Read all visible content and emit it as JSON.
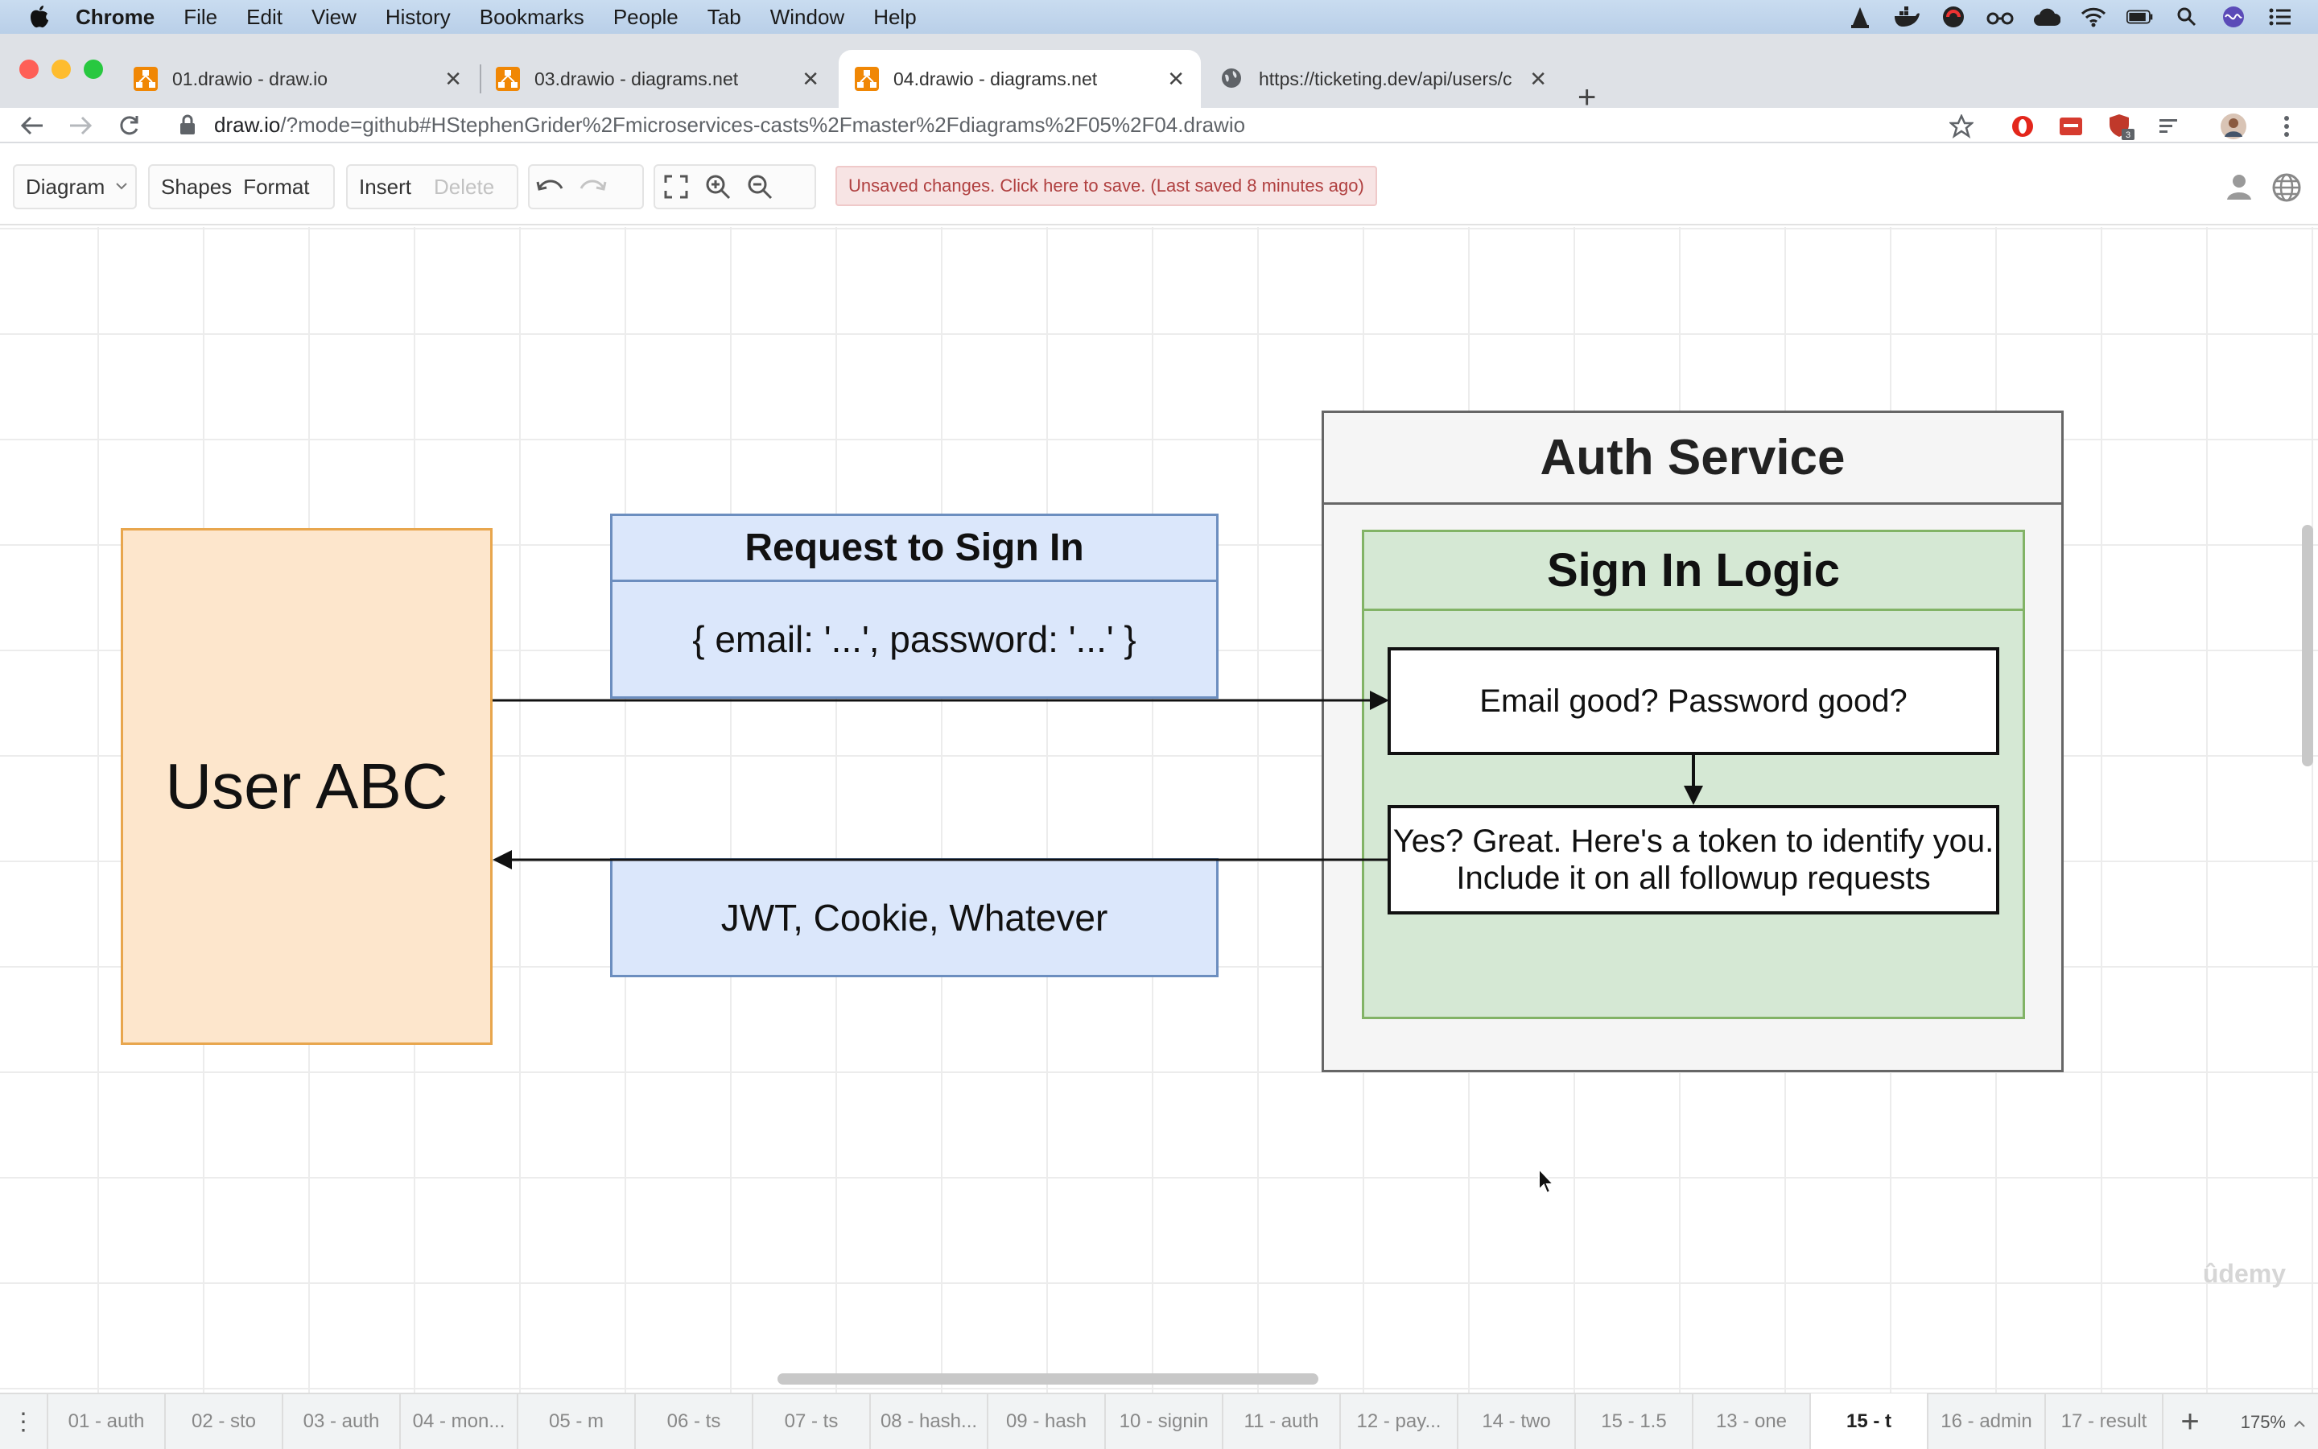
{
  "menubar": {
    "app": "Chrome",
    "items": [
      "File",
      "Edit",
      "View",
      "History",
      "Bookmarks",
      "People",
      "Tab",
      "Window",
      "Help"
    ],
    "status_icons": [
      "vlc-icon",
      "docker-icon",
      "logo-icon",
      "glasses-icon",
      "cloud-icon",
      "wifi-icon",
      "battery-icon",
      "spotlight-search-icon",
      "siri-icon",
      "notification-list-icon"
    ]
  },
  "browser": {
    "tabs": [
      {
        "title": "01.drawio - draw.io",
        "icon": "drawio-icon",
        "active": false
      },
      {
        "title": "03.drawio - diagrams.net",
        "icon": "drawio-icon",
        "active": false
      },
      {
        "title": "04.drawio - diagrams.net",
        "icon": "drawio-icon",
        "active": true
      },
      {
        "title": "https://ticketing.dev/api/users/c",
        "icon": "globe-icon",
        "active": false
      }
    ],
    "url_host": "draw.io",
    "url_path": "/?mode=github#HStephenGrider%2Fmicroservices-casts%2Fmaster%2Fdiagrams%2F05%2F04.drawio",
    "extension_badge": "3"
  },
  "toolbar": {
    "diagram": "Diagram",
    "shapes": "Shapes",
    "format": "Format",
    "insert": "Insert",
    "delete": "Delete",
    "unsaved": "Unsaved changes. Click here to save. (Last saved 8 minutes ago)"
  },
  "diagram": {
    "user": "User ABC",
    "request_title": "Request to Sign In",
    "request_body": "{ email: '...', password: '...' }",
    "response": "JWT, Cookie, Whatever",
    "auth_service": "Auth Service",
    "sign_in_logic": "Sign In Logic",
    "step1": "Email good? Password good?",
    "step2_line1": "Yes? Great. Here's a token to identify you.",
    "step2_line2": "Include it on all followup requests",
    "watermark": "ûdemy"
  },
  "pages": {
    "tabs": [
      "01 - auth",
      "02 - sto",
      "03 - auth",
      "04 - mon...",
      "05 - m",
      "06 - ts",
      "07 - ts",
      "08 - hash...",
      "09 - hash",
      "10 - signin",
      "11 - auth",
      "12 - pay...",
      "14 - two",
      "15 - 1.5",
      "13 - one",
      "15 - t",
      "16 - admin",
      "17 - result"
    ],
    "active": "15 - t",
    "zoom": "175%"
  },
  "colors": {
    "user_fill": "#fde6cc",
    "user_stroke": "#e8a64d",
    "blue_fill": "#dbe7fb",
    "blue_stroke": "#6c8ebf",
    "green_fill": "#d5e8d4",
    "green_stroke": "#82b366",
    "container_fill": "#f5f5f5",
    "unsaved_text": "#b04040"
  }
}
